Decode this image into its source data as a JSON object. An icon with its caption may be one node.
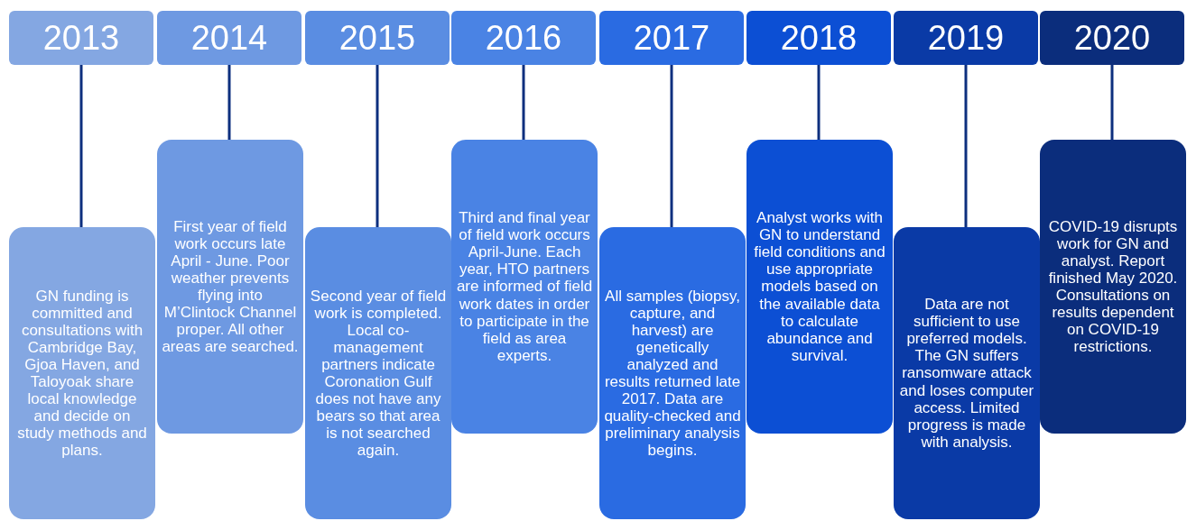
{
  "diagram": {
    "nodes": [
      {
        "text": [
          "2013"
        ]
      },
      {
        "text": [
          "2014"
        ]
      },
      {
        "text": [
          "2015"
        ]
      },
      {
        "text": [
          "2016"
        ]
      },
      {
        "text": [
          "2017"
        ]
      },
      {
        "text": [
          "2018"
        ]
      },
      {
        "text": [
          "2019"
        ]
      },
      {
        "text": [
          "2020"
        ]
      },
      {
        "text": [
          "GN funding is committed and consultations with Cambridge Bay, Gjoa Haven, and Taloyoak share local knowledge and decide on study methods and plans."
        ]
      },
      {
        "text": [
          "First year of field work occurs late April - June. Poor weather prevents flying into M’Clintock Channel proper. All other areas are searched."
        ]
      },
      {
        "text": [
          "Second year of field work is completed. Local co-management partners indicate Coronation Gulf does not have any bears so that area is not searched again."
        ]
      },
      {
        "text": [
          "Third and final year of field work occurs April-June. Each year, HTO partners are informed of field work dates in order to participate in the field as area experts."
        ]
      },
      {
        "text": [
          "All samples (biopsy, capture, and harvest) are genetically analyzed and results returned late 2017. Data are quality-checked and preliminary analysis begins."
        ]
      },
      {
        "text": [
          "Analyst works with GN to understand field conditions and use appropriate models based on the available data to calculate abundance and survival."
        ]
      },
      {
        "text": [
          "Data are not sufficient to use preferred models. The GN suffers ransomware attack and loses computer access. Limited progress is made with analysis."
        ]
      },
      {
        "text": [
          "COVID-19 disrupts work for GN and analyst. Report finished May 2020. Consultations on results dependent on COVID-19 restrictions."
        ]
      }
    ],
    "edges": [
      {
        "from": 0,
        "to": 8,
        "arrow": "none"
      },
      {
        "from": 1,
        "to": 9,
        "arrow": "none"
      },
      {
        "from": 2,
        "to": 10,
        "arrow": "none"
      },
      {
        "from": 3,
        "to": 11,
        "arrow": "none"
      },
      {
        "from": 4,
        "to": 12,
        "arrow": "none"
      },
      {
        "from": 5,
        "to": 13,
        "arrow": "none"
      },
      {
        "from": 6,
        "to": 14,
        "arrow": "none"
      },
      {
        "from": 7,
        "to": 15,
        "arrow": "none"
      }
    ]
  }
}
